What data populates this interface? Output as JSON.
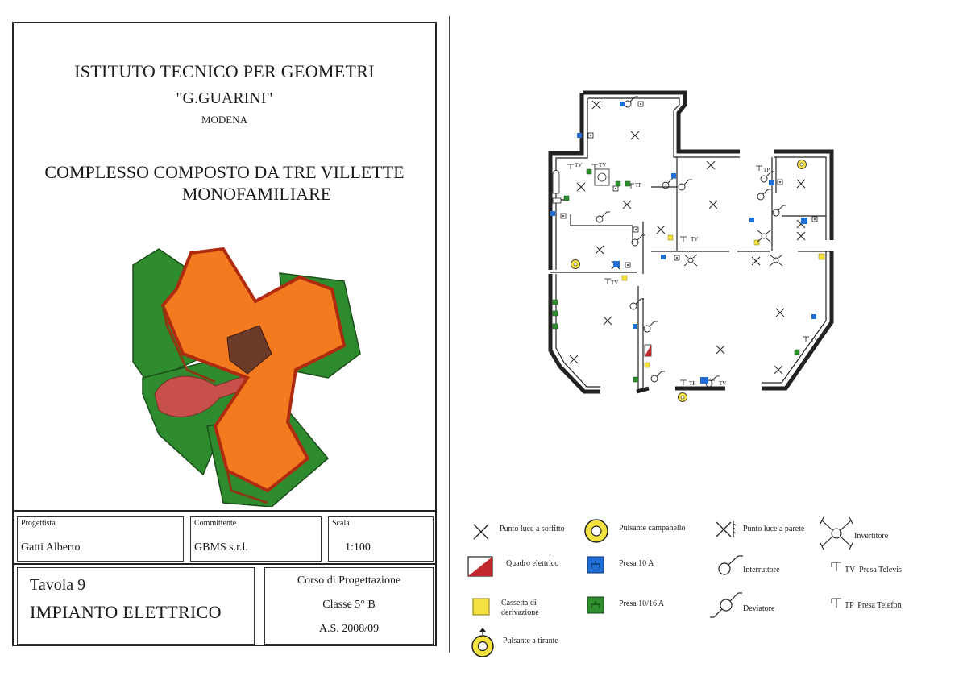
{
  "title_block": {
    "school_name": "ISTITUTO TECNICO PER GEOMETRI",
    "school_subname": "\"G.GUARINI\"",
    "school_city": "MODENA",
    "project_title_line1": "COMPLESSO COMPOSTO DA TRE VILLETTE",
    "project_title_line2": "MONOFAMILIARE",
    "designer_label": "Progettista",
    "designer_value": "Gatti Alberto",
    "client_label": "Committente",
    "client_value": "GBMS s.r.l.",
    "scale_label": "Scala",
    "scale_value": "1:100",
    "sheet_number": "Tavola 9",
    "sheet_title": "IMPIANTO ELETTRICO",
    "course": "Corso di Progettazione",
    "class": "Classe 5° B",
    "school_year": "A.S. 2008/09"
  },
  "plan_labels": {
    "tv": "TV",
    "tp": "TP"
  },
  "legend": {
    "ceiling_light": "Punto luce a soffitto",
    "bell_button": "Pulsante campanello",
    "wall_light": "Punto luce a parete",
    "inverter": "Invertitore",
    "panel": "Quadro elettrico",
    "socket_10a": "Presa 10 A",
    "switch": "Interruttore",
    "tv_socket": "TV  Presa Televis",
    "junction_box_line1": "Cassetta di",
    "junction_box_line2": "derivazione",
    "socket_10_16a": "Presa 10/16 A",
    "diverter": "Deviatore",
    "phone_socket": "TP  Presa Telefon",
    "pull_button": "Pulsante a tirante"
  },
  "colors": {
    "roof": "#f47a1f",
    "roof_edge": "#b02a10",
    "lawn": "#2e8b2e",
    "path": "#c8504a",
    "socket_blue": "#1f6fd6",
    "socket_green": "#2f8f2f",
    "junction_yellow": "#f4e241",
    "panel_red": "#c0282d"
  }
}
